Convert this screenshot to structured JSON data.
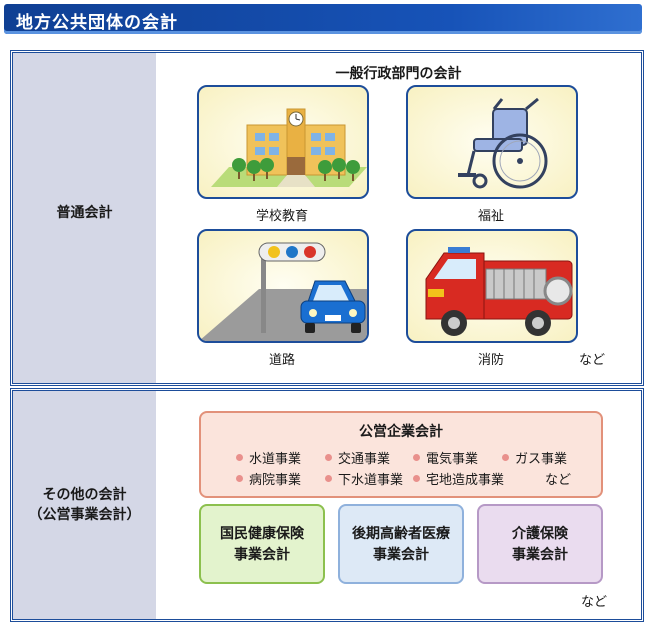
{
  "header": {
    "title": "地方公共団体の会計"
  },
  "general": {
    "side_label": "普通会計",
    "title": "一般行政部門の会計",
    "cards": [
      {
        "label": "学校教育",
        "icon": "school-icon"
      },
      {
        "label": "福祉",
        "icon": "wheelchair-icon"
      },
      {
        "label": "道路",
        "icon": "road-car-icon"
      },
      {
        "label": "消防",
        "icon": "fire-truck-icon"
      }
    ],
    "etc": "など"
  },
  "other": {
    "side_label_line1": "その他の会計",
    "side_label_line2": "（公営事業会計）",
    "public_enterprise": {
      "title": "公営企業会計",
      "items": [
        "水道事業",
        "交通事業",
        "電気事業",
        "ガス事業",
        "病院事業",
        "下水道事業",
        "宅地造成事業"
      ],
      "etc": "など"
    },
    "insurance": [
      {
        "line1": "国民健康保険",
        "line2": "事業会計"
      },
      {
        "line1": "後期高齢者医療",
        "line2": "事業会計"
      },
      {
        "line1": "介護保険",
        "line2": "事業会計"
      }
    ],
    "etc": "など"
  },
  "colors": {
    "header": "#1753b8",
    "border": "#1d4d9a",
    "side": "#d4d7e6",
    "public_box": "#fbe4dc",
    "green_box": "#e3f3cd",
    "blue_box": "#dde9f6",
    "purple_box": "#eadcef"
  }
}
